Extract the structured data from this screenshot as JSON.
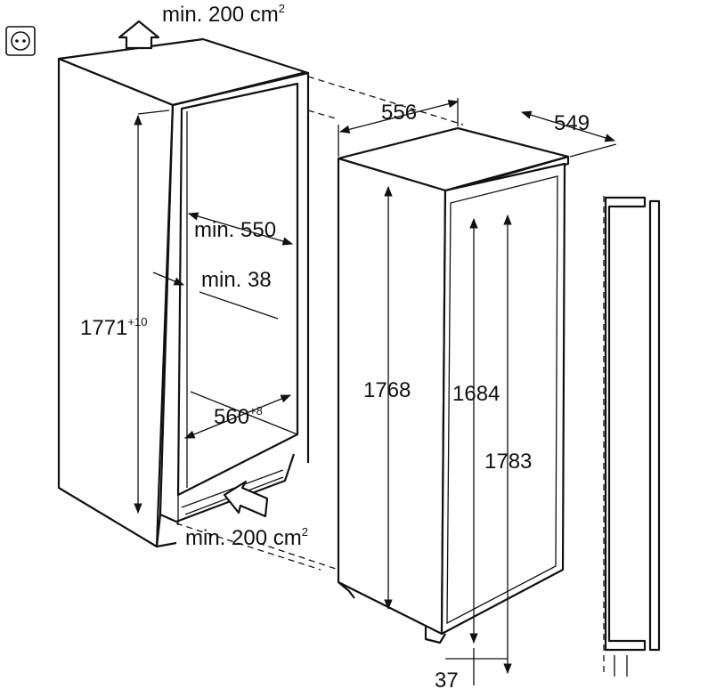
{
  "labels": {
    "vent_top_value": "min. 200 cm",
    "vent_top_sup": "2",
    "vent_bottom_value": "min. 200 cm",
    "vent_bottom_sup": "2",
    "niche_depth": "min. 550",
    "door_gap": "min. 38",
    "niche_height": "1771",
    "niche_height_tol": "+10",
    "niche_width": "560",
    "niche_width_tol": "+8",
    "appliance_width": "556",
    "appliance_depth": "549",
    "appliance_height": "1768",
    "door_height": "1684",
    "total_height": "1783",
    "bottom_offset": "37"
  },
  "icons": {
    "socket": "power-socket-icon",
    "air_in": "arrow-air-inlet-icon",
    "air_out": "arrow-air-outlet-icon"
  },
  "colors": {
    "line": "#111111",
    "background": "#ffffff"
  }
}
